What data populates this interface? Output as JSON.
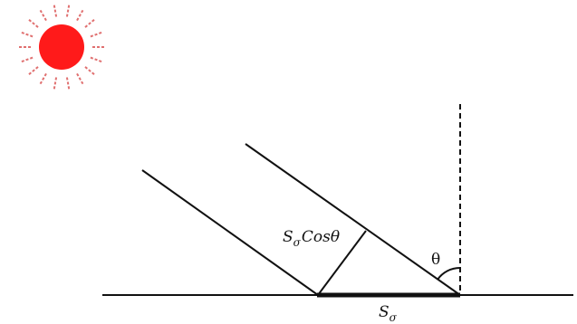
{
  "labels": {
    "projection_main": "S",
    "projection_sub": "σ",
    "projection_rest": "Cosθ",
    "angle": "θ",
    "base_main": "S",
    "base_sub": "σ"
  },
  "icons": {
    "sun": "sun-icon"
  },
  "colors": {
    "sun": "#ff1a1a",
    "sun_rays": "#e07070",
    "lines": "#111111"
  }
}
